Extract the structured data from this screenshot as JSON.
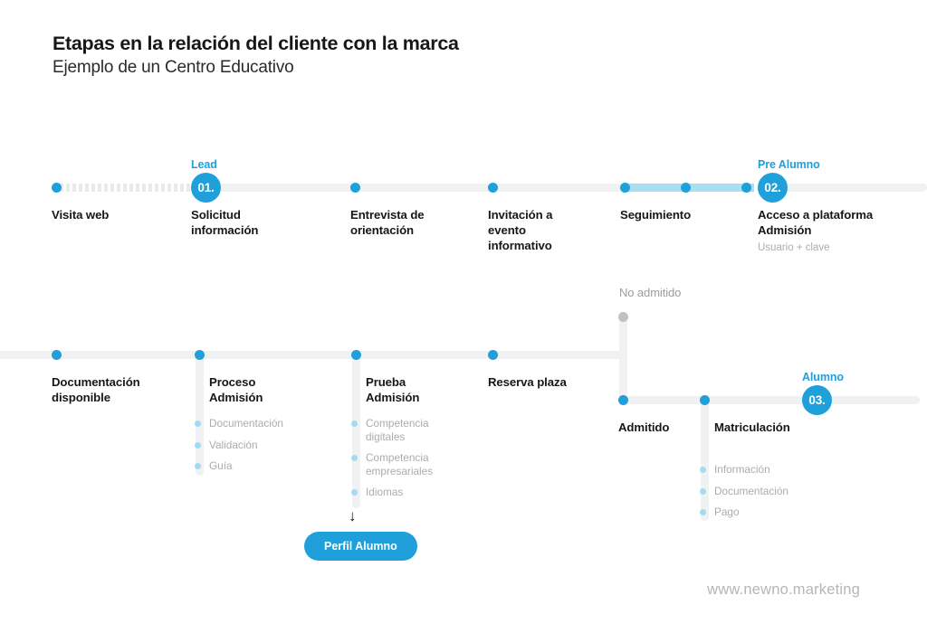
{
  "header": {
    "title": "Etapas en la relación del cliente con la marca",
    "subtitle": "Ejemplo de un Centro Educativo"
  },
  "colors": {
    "accent_blue": "#1fa0da",
    "light_blue": "#aadff2",
    "rail_gray": "#f0f1f2",
    "text_dark": "#17171a",
    "text_muted": "#a9acb0",
    "bullet_blue": "#a7daf0"
  },
  "row1": {
    "nodes": [
      {
        "title": "Visita web",
        "stage_label": "",
        "badge": "",
        "note": ""
      },
      {
        "title": "Solicitud\ninformación",
        "stage_label": "Lead",
        "badge": "01.",
        "note": ""
      },
      {
        "title": "Entrevista de\norientación",
        "stage_label": "",
        "badge": "",
        "note": ""
      },
      {
        "title": "Invitación a\nevento\ninformativo",
        "stage_label": "",
        "badge": "",
        "note": ""
      },
      {
        "title": "Seguimiento",
        "stage_label": "",
        "badge": "",
        "note": ""
      },
      {
        "title": "Acceso a plataforma\nAdmisión",
        "stage_label": "Pre Alumno",
        "badge": "02.",
        "note": "Usuario + clave"
      }
    ]
  },
  "row2": {
    "nodes": [
      {
        "title": "Documentación\ndisponible",
        "subitems": []
      },
      {
        "title": "Proceso\nAdmisión",
        "subitems": [
          "Documentación",
          "Validación",
          "Guía"
        ]
      },
      {
        "title": "Prueba\nAdmisión",
        "subitems": [
          "Competencia\ndigitales",
          "Competencia\nempresariales",
          "Idiomas"
        ]
      },
      {
        "title": "Reserva plaza",
        "subitems": []
      }
    ]
  },
  "branch": {
    "rejected_label": "No admitido"
  },
  "row3": {
    "nodes": [
      {
        "title": "Admitido",
        "stage_label": "",
        "badge": "",
        "subitems": []
      },
      {
        "title": "Matriculación",
        "stage_label": "",
        "badge": "",
        "subitems": [
          "Información",
          "Documentación",
          "Pago"
        ]
      }
    ],
    "stage_label": "Alumno",
    "badge": "03."
  },
  "cta": {
    "label": "Perfil Alumno",
    "arrow": "↓"
  },
  "footer": {
    "url": "www.newno.marketing"
  }
}
